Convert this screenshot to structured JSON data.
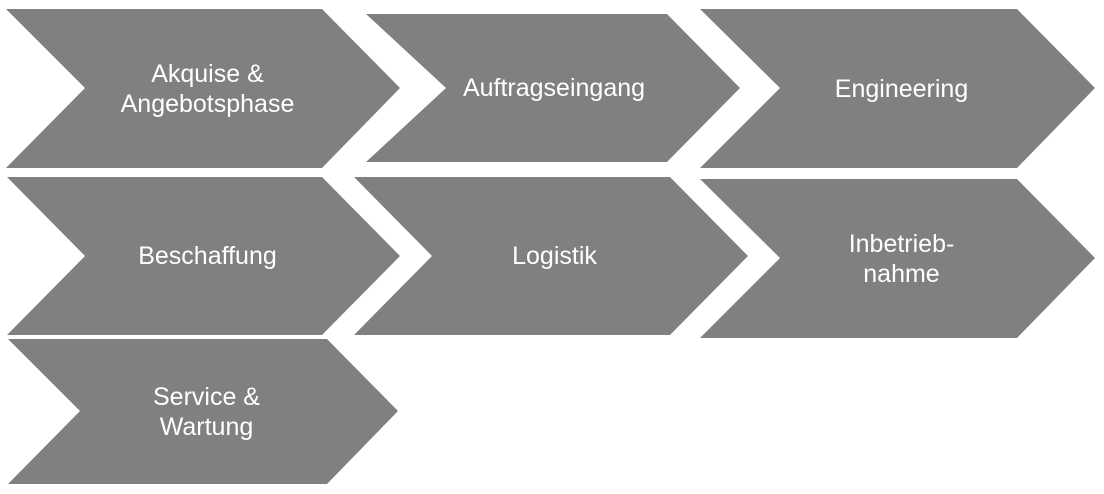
{
  "colors": {
    "chevron": "#808080",
    "text": "#ffffff"
  },
  "steps": [
    {
      "label": "Akquise &\nAngebotsphase"
    },
    {
      "label": "Auftragseingang"
    },
    {
      "label": "Engineering"
    },
    {
      "label": "Beschaffung"
    },
    {
      "label": "Logistik"
    },
    {
      "label": "Inbetrieb-\nnahme"
    },
    {
      "label": "Service &\nWartung"
    }
  ]
}
